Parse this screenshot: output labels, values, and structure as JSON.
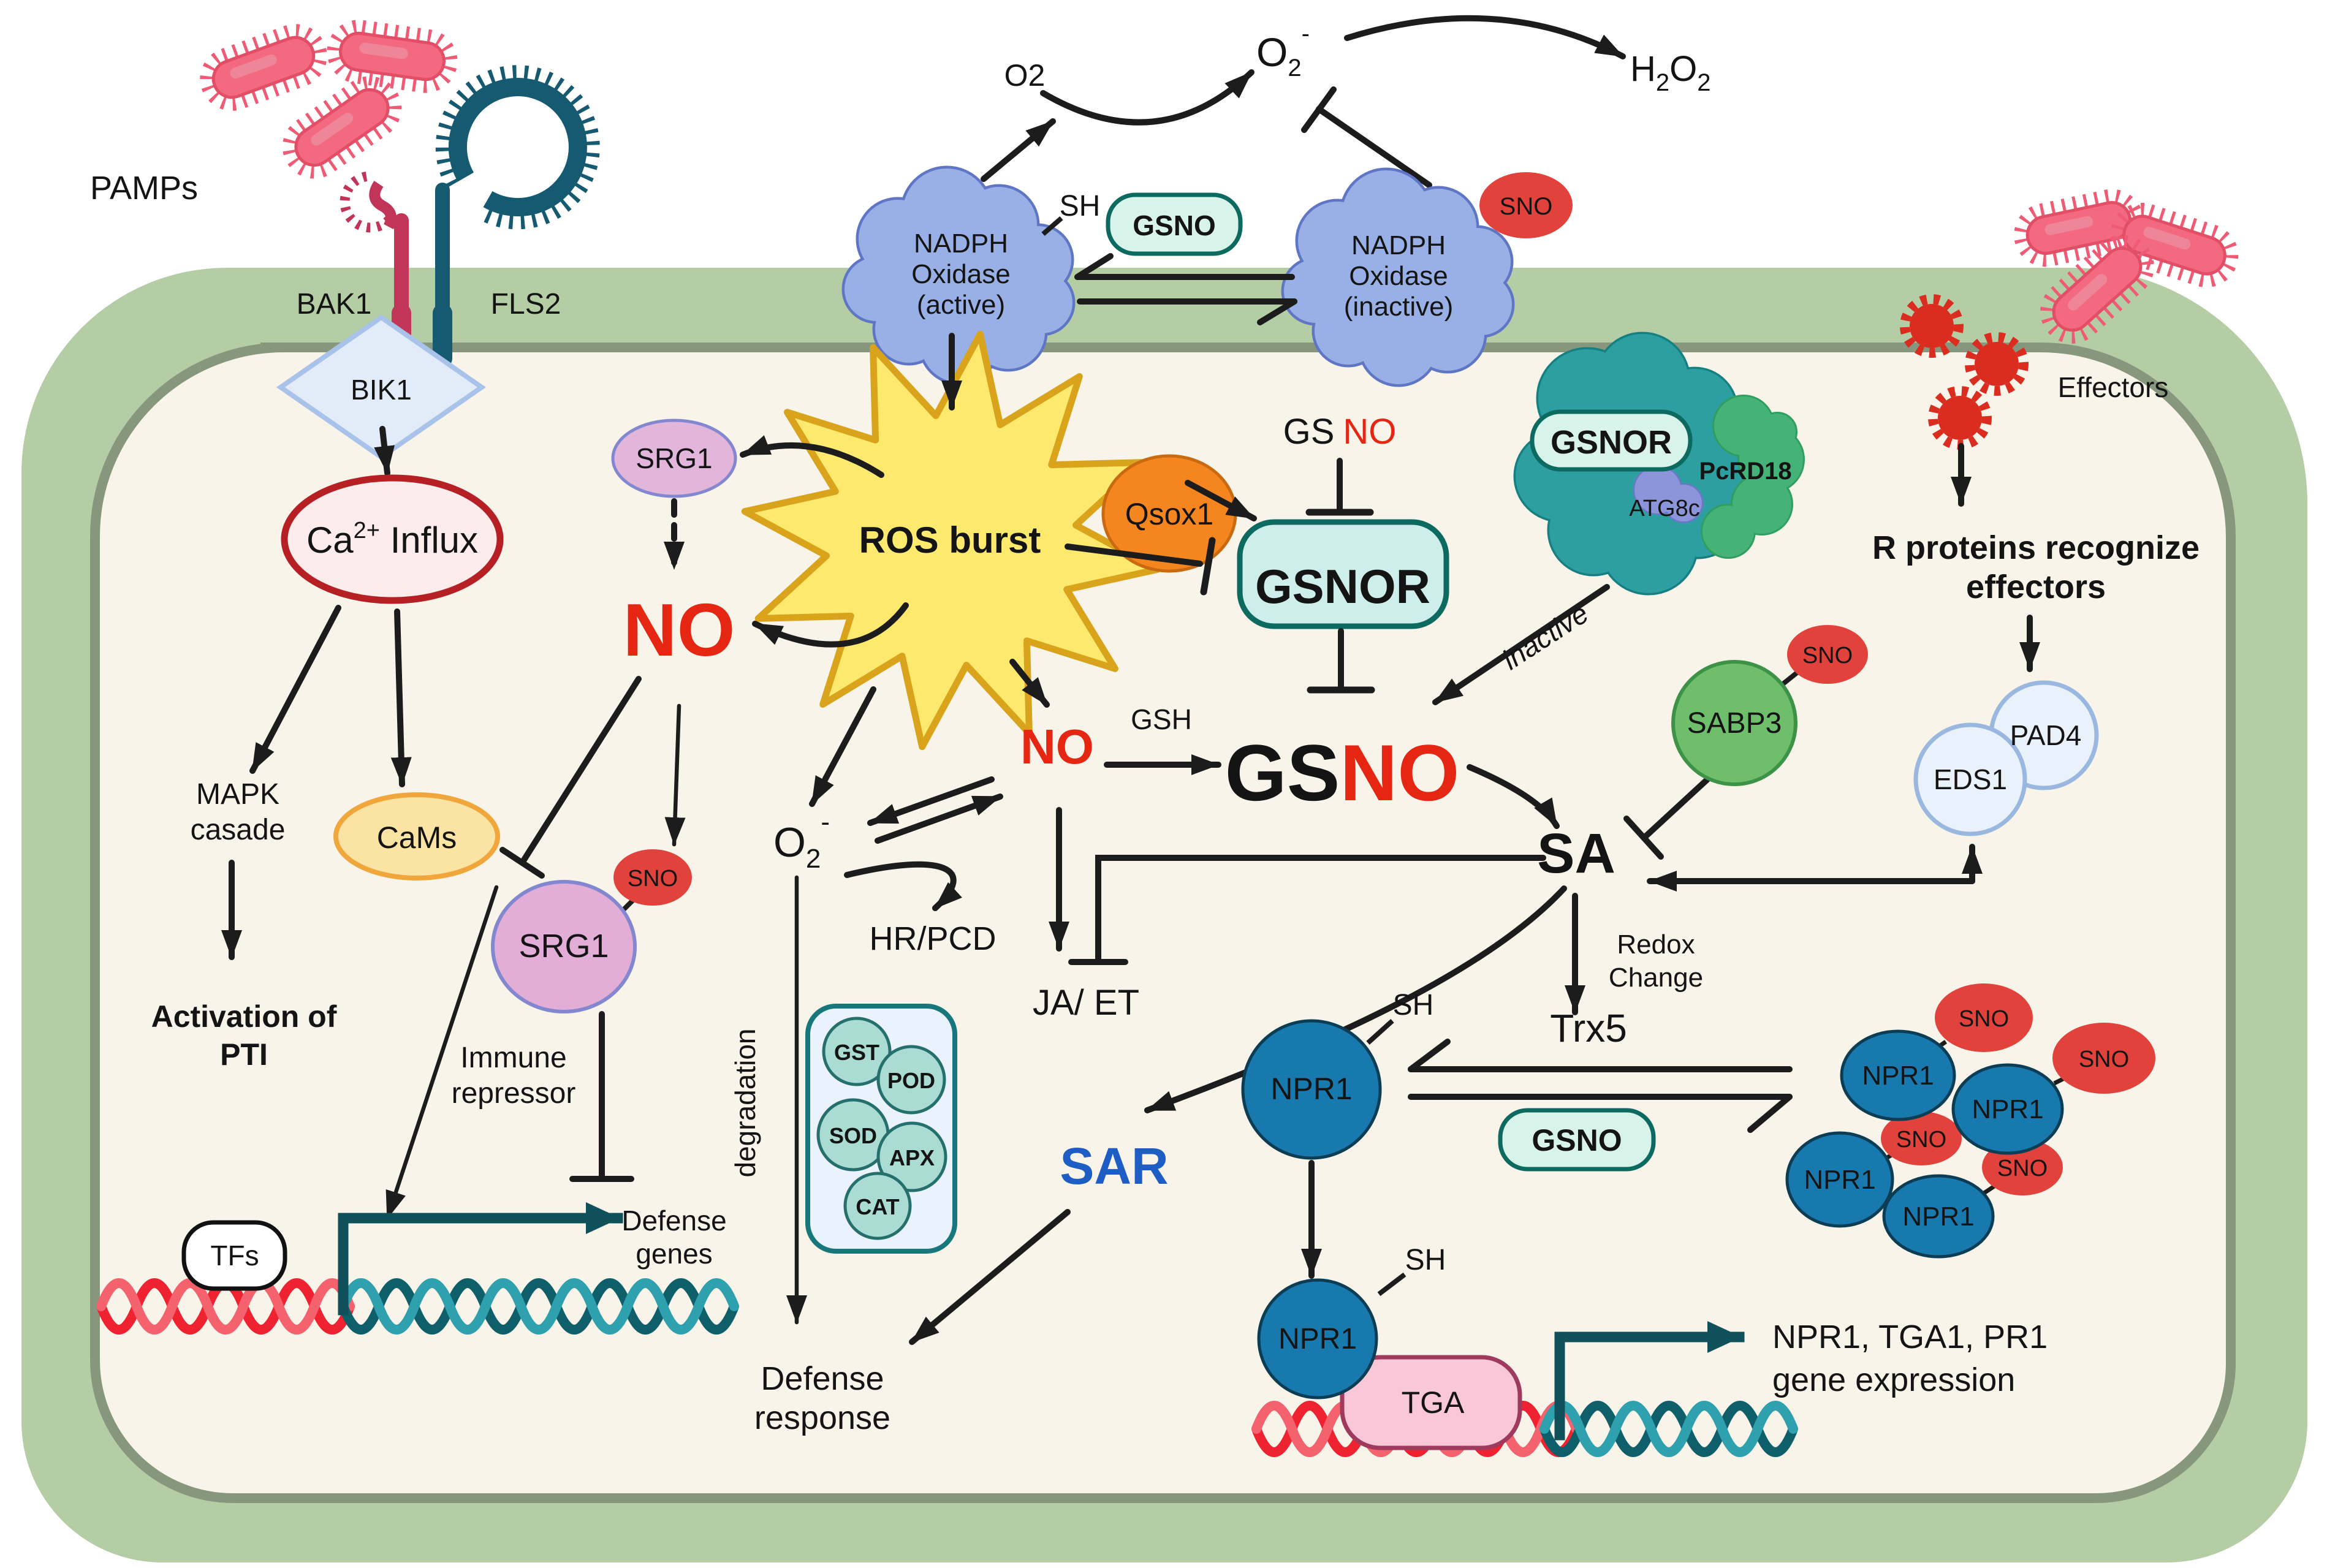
{
  "colors": {
    "no_red": "#e42613",
    "sno_fill": "#e2423c",
    "sar_blue": "#1d5dc4",
    "teal_dark": "#0d6a60",
    "membrane_green": "#b5cda5",
    "npr1_blue": "#1879ae",
    "ros_yellow": "#fce96d"
  },
  "extracellular": {
    "pamps": "PAMPs",
    "o2": "O2",
    "superoxide": {
      "base": "O",
      "sub": "2",
      "sup": "-"
    },
    "h2o2": {
      "p1": "H",
      "s1": "2",
      "p2": "O",
      "s2": "2"
    },
    "sh": "SH",
    "gsno": "GSNO",
    "nadph_active": {
      "l1": "NADPH",
      "l2": "Oxidase",
      "l3": "(active)"
    },
    "nadph_inactive": {
      "l1": "NADPH",
      "l2": "Oxidase",
      "l3": "(inactive)"
    },
    "sno": "SNO",
    "effectors": "Effectors"
  },
  "receptors": {
    "bak1": "BAK1",
    "fls2": "FLS2",
    "bik1": "BIK1"
  },
  "left": {
    "ca": {
      "t1": "Ca",
      "sup": "2+",
      "t2": " Influx"
    },
    "mapk1": "MAPK",
    "mapk2": "casade",
    "cams": "CaMs",
    "act1": "Activation of",
    "act2": "PTI",
    "srg1_top": "SRG1",
    "no_big": "NO",
    "srg1": "SRG1",
    "sno": "SNO",
    "imm1": "Immune",
    "imm2": "repressor",
    "tfs": "TFs",
    "dg1": "Defense",
    "dg2": "genes"
  },
  "center": {
    "ros": "ROS burst",
    "qsox1": "Qsox1",
    "gsno_small": {
      "gs": "GS",
      "no": "NO"
    },
    "gsnor": "GSNOR",
    "no": "NO",
    "gsh": "GSH",
    "gsno_big": {
      "gs": "GS",
      "no": "NO"
    },
    "superoxide": {
      "base": "O",
      "sub": "2",
      "sup": "-"
    },
    "hrpcd": "HR/PCD",
    "jaet": "JA/ ET",
    "degradation": "degradation",
    "enzymes": [
      "GST",
      "POD",
      "SOD",
      "APX",
      "CAT"
    ],
    "sar": "SAR",
    "dr1": "Defense",
    "dr2": "response"
  },
  "complex": {
    "gsnor": "GSNOR",
    "pcrd18": "PcRD18",
    "atg8c": "ATG8c",
    "inactive": "inactive"
  },
  "right": {
    "rp1": "R proteins recognize",
    "rp2": "effectors",
    "pad4": "PAD4",
    "eds1": "EDS1",
    "sabp3": "SABP3",
    "sno": "SNO",
    "sa": "SA",
    "redox1": "Redox",
    "redox2": "Change",
    "trx5": "Trx5",
    "gsno": "GSNO",
    "npr1": "NPR1",
    "sh": "SH",
    "tga": "TGA",
    "ge1": "NPR1, TGA1, PR1",
    "ge2": "gene expression"
  },
  "oligomer": {
    "npr1": "NPR1",
    "sno": "SNO"
  }
}
